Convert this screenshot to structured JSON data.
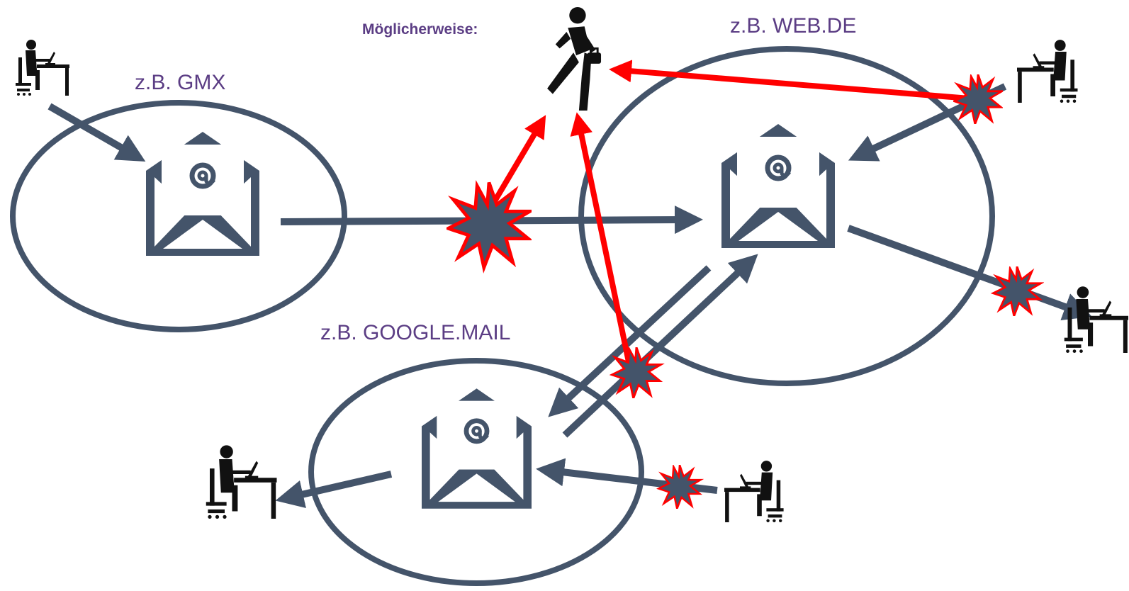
{
  "labels": {
    "attacker": "Möglicherweise:",
    "gmx": "z.B. GMX",
    "webde": "z.B. WEB.DE",
    "googlemail": "z.B. GOOGLE.MAIL"
  },
  "icons": {
    "mail_server": "envelope-at-icon",
    "user": "person-at-desk-icon",
    "attacker": "thief-with-bag-icon",
    "interception": "explosion-star-icon"
  },
  "colors": {
    "main": "#44546a",
    "attack": "#ff0000",
    "label": "#5b3d84"
  }
}
